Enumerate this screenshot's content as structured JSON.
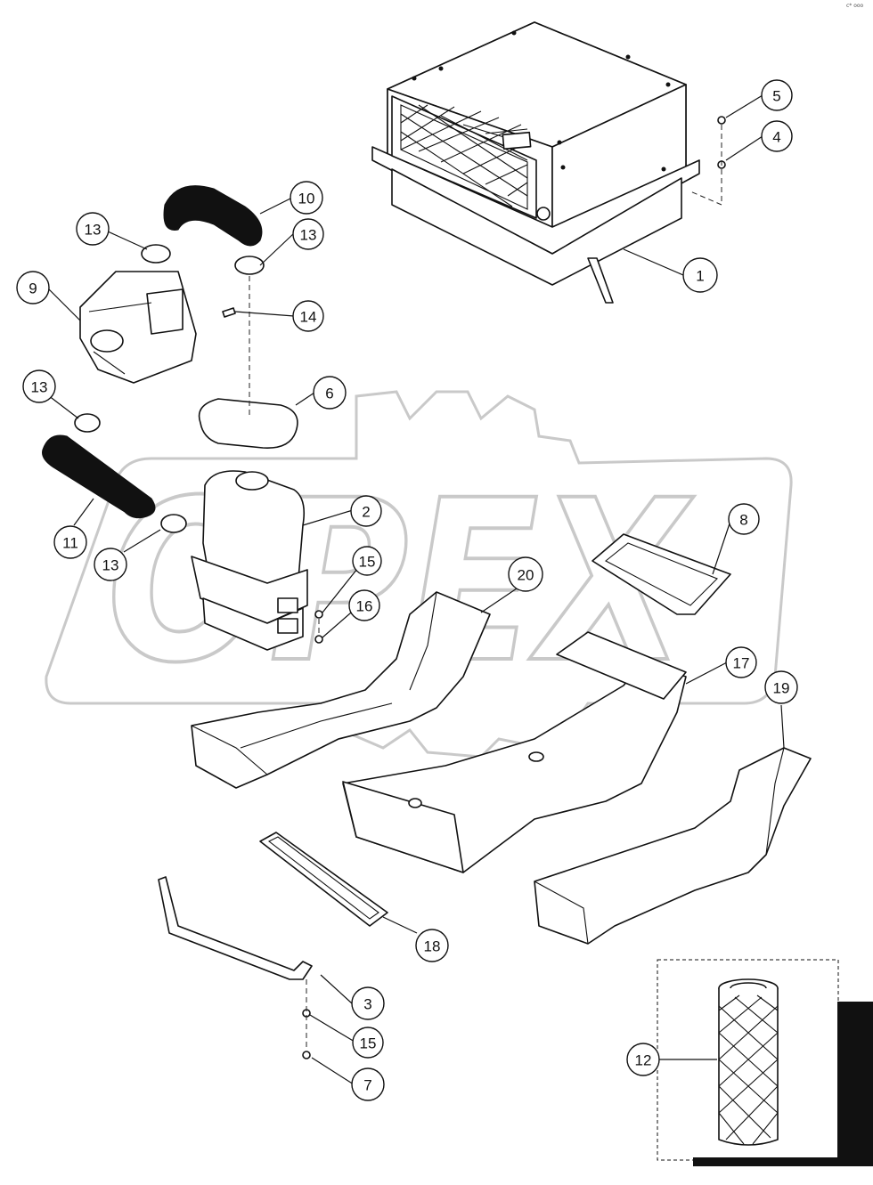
{
  "watermark": {
    "text": "OPEX"
  },
  "corner_mark": "c* ooo",
  "callouts": [
    {
      "label": "1"
    },
    {
      "label": "2"
    },
    {
      "label": "3"
    },
    {
      "label": "4"
    },
    {
      "label": "5"
    },
    {
      "label": "6"
    },
    {
      "label": "7"
    },
    {
      "label": "8"
    },
    {
      "label": "9"
    },
    {
      "label": "10"
    },
    {
      "label": "11"
    },
    {
      "label": "12"
    },
    {
      "label": "13"
    },
    {
      "label": "13"
    },
    {
      "label": "13"
    },
    {
      "label": "13"
    },
    {
      "label": "14"
    },
    {
      "label": "15"
    },
    {
      "label": "15"
    },
    {
      "label": "16"
    },
    {
      "label": "17"
    },
    {
      "label": "18"
    },
    {
      "label": "19"
    },
    {
      "label": "20"
    }
  ]
}
